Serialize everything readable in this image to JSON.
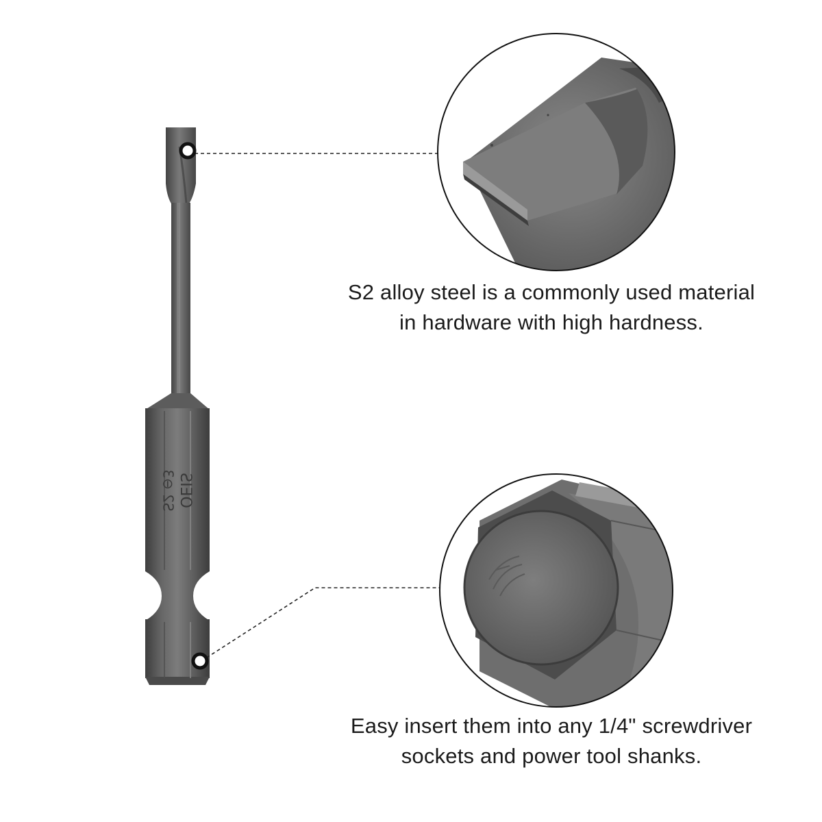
{
  "product": {
    "name": "slotted screwdriver bit",
    "shank_marking": {
      "brand": "OEIS",
      "spec": "S2 ⊖3"
    }
  },
  "callouts": [
    {
      "detail": "slotted tip close-up",
      "lines": [
        "S2 alloy steel is a commonly used material",
        "in hardware with high hardness."
      ]
    },
    {
      "detail": "hex shank end close-up",
      "lines": [
        "Easy insert them into any 1/4\" screwdriver",
        "sockets and power tool shanks."
      ]
    }
  ],
  "colors": {
    "background": "#ffffff",
    "steel_dark": "#4a4a4a",
    "steel_mid": "#6b6b6b",
    "steel_light": "#8c8c8c",
    "text": "#1a1a1a",
    "leader_line": "#222222"
  }
}
